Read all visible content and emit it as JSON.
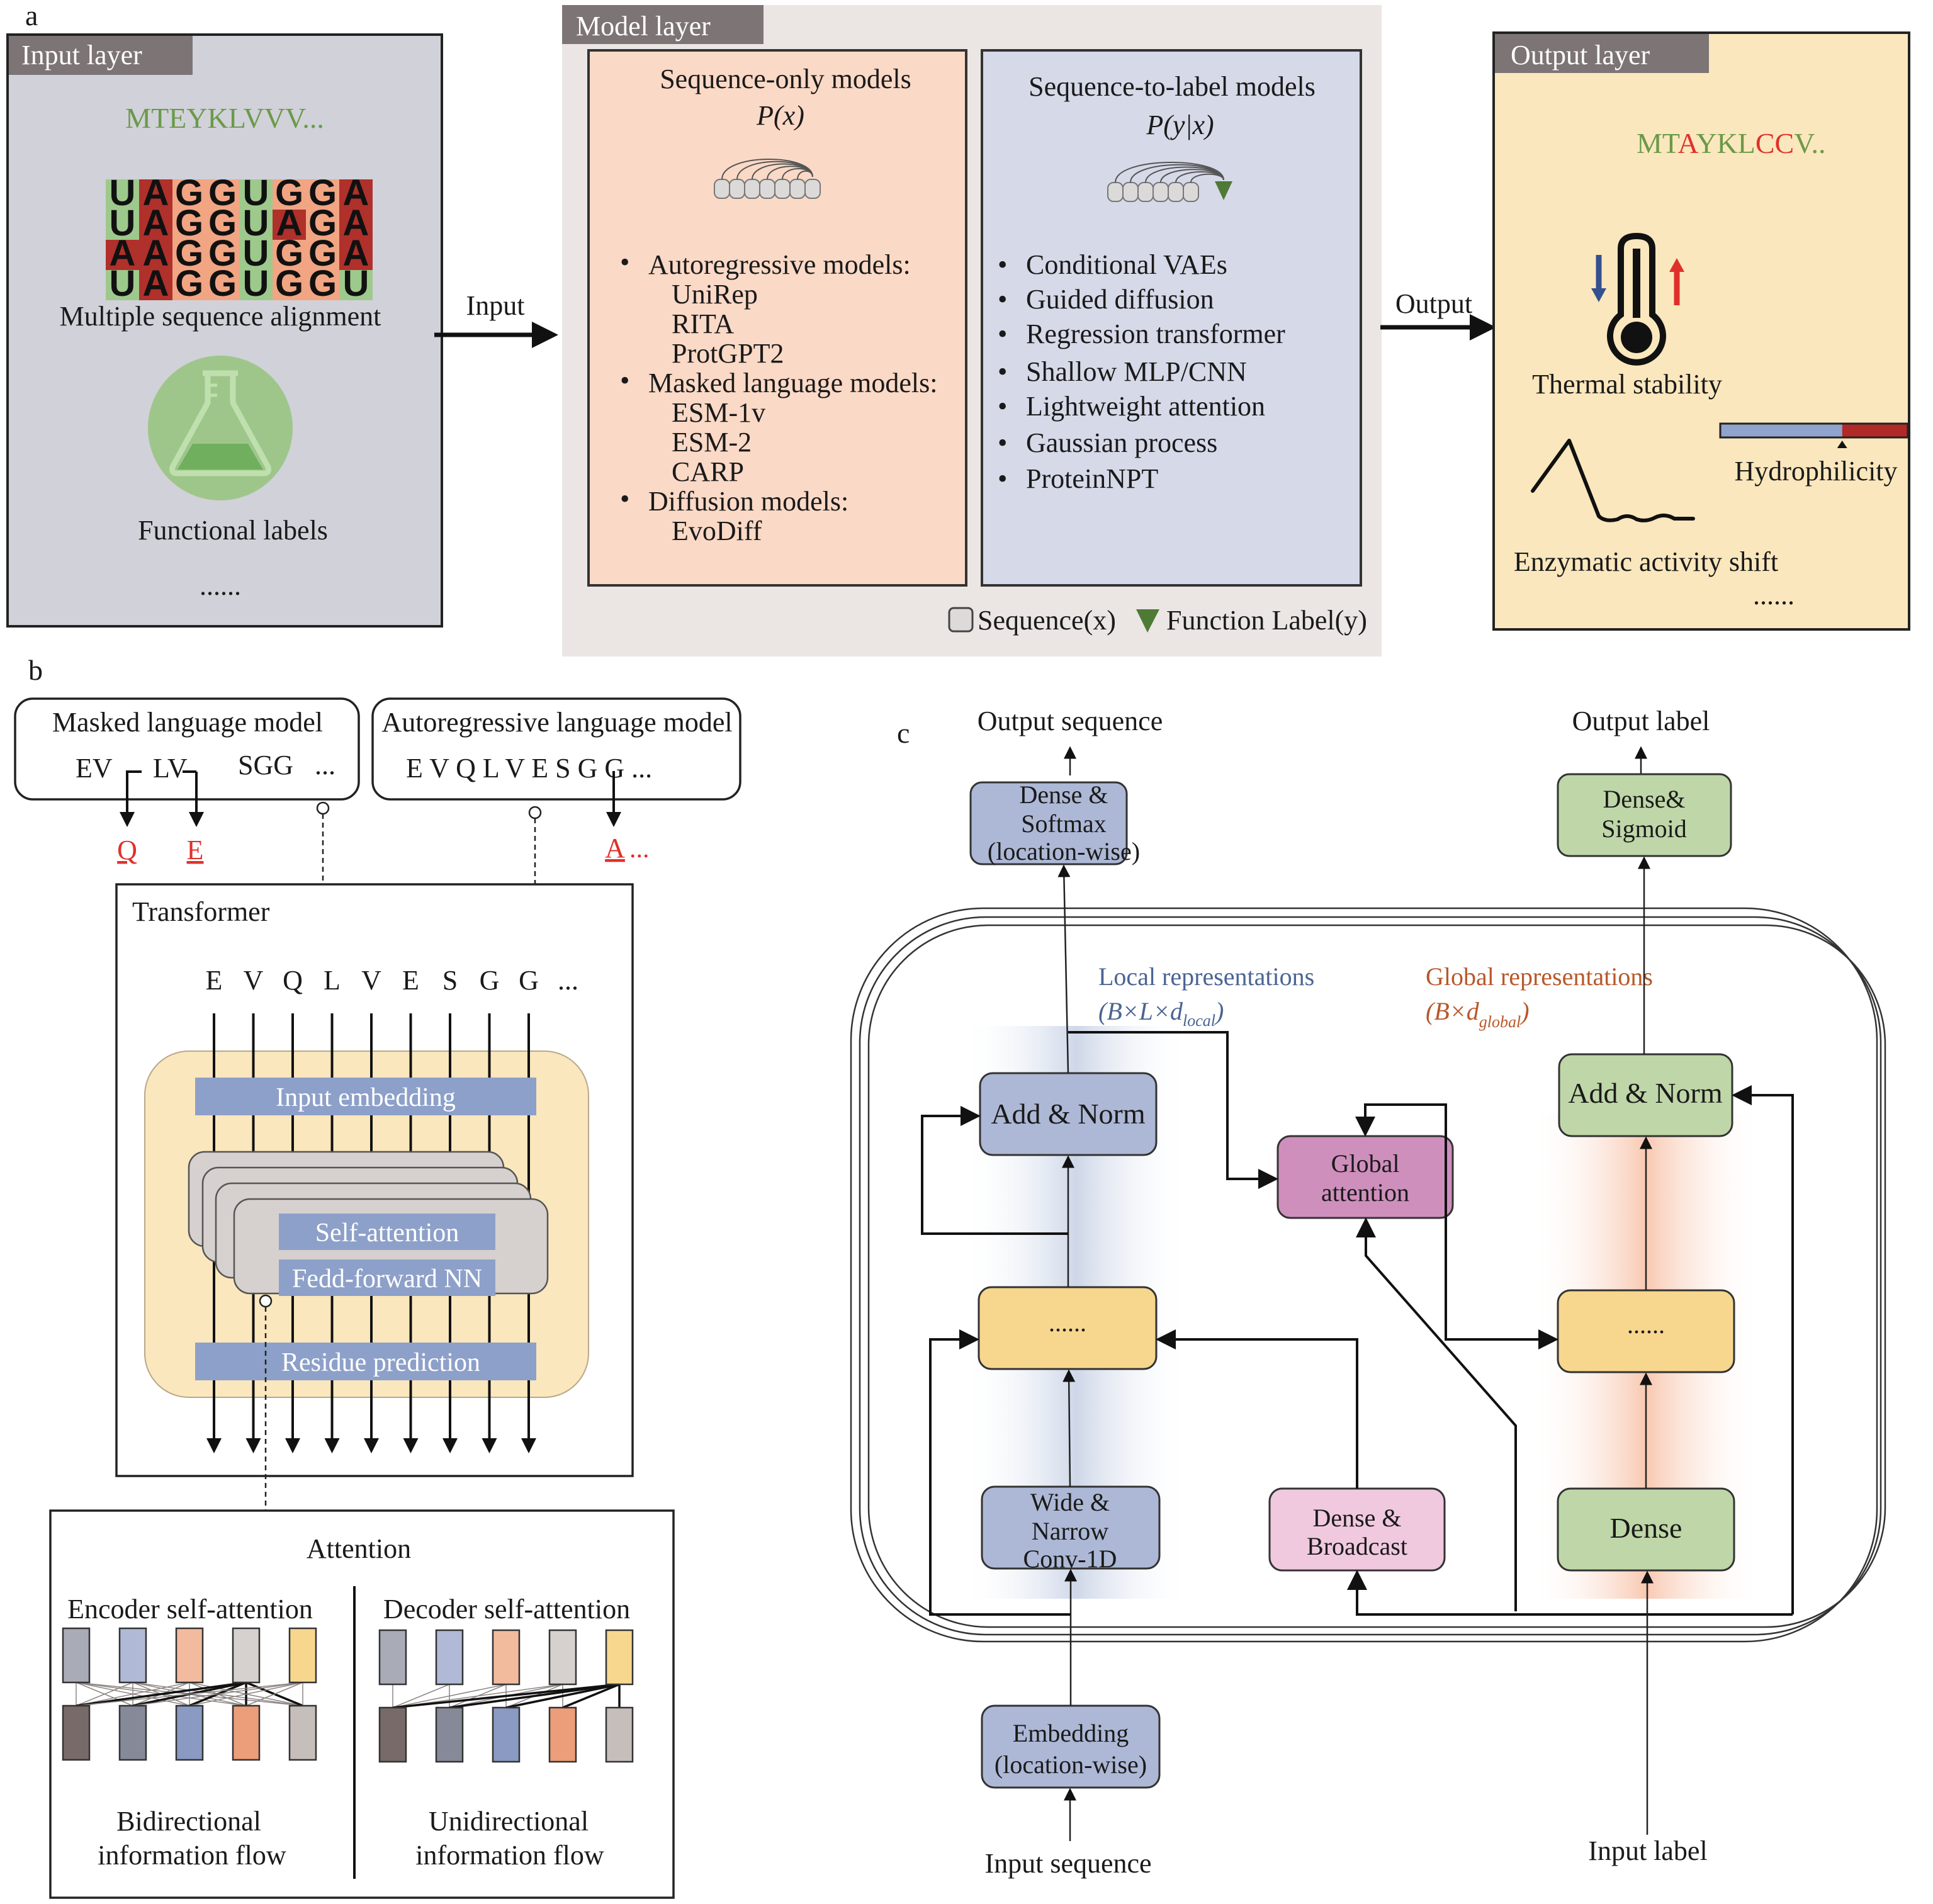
{
  "panel_labels": {
    "a": "a",
    "b": "b",
    "c": "c"
  },
  "panel_a": {
    "input_layer": {
      "title": "Input layer",
      "sequence": "MTEYKLVVV...",
      "msa_rows": [
        [
          "U",
          "A",
          "G",
          "G",
          "U",
          "G",
          "G",
          "A"
        ],
        [
          "U",
          "A",
          "G",
          "G",
          "U",
          "A",
          "G",
          "A"
        ],
        [
          "A",
          "A",
          "G",
          "G",
          "U",
          "G",
          "G",
          "A"
        ],
        [
          "U",
          "A",
          "G",
          "G",
          "U",
          "G",
          "G",
          "U"
        ]
      ],
      "msa_caption": "Multiple sequence alignment",
      "functional_caption": "Functional labels",
      "ellipsis": "......",
      "icons": [
        "flask-icon"
      ]
    },
    "input_arrow_label": "Input",
    "model_layer": {
      "title": "Model layer",
      "sequence_only": {
        "title": "Sequence-only models",
        "formula": "P(x)",
        "groups": [
          {
            "label": "Autoregressive models:",
            "items": [
              "UniRep",
              "RITA",
              "ProtGPT2"
            ]
          },
          {
            "label": "Masked language models:",
            "items": [
              "ESM-1v",
              "ESM-2",
              "CARP"
            ]
          },
          {
            "label": "Diffusion models:",
            "items": [
              "EvoDiff"
            ]
          }
        ]
      },
      "sequence_to_label": {
        "title": "Sequence-to-label models",
        "formula": "P(y|x)",
        "items": [
          "Conditional VAEs",
          "Guided diffusion",
          "Regression transformer",
          "Shallow MLP/CNN",
          "Lightweight attention",
          "Gaussian process",
          "ProteinNPT"
        ]
      },
      "legend": {
        "sequence": "Sequence(x)",
        "function_label": "Function Label(y)"
      }
    },
    "output_arrow_label": "Output",
    "output_layer": {
      "title": "Output layer",
      "sequence_segments": [
        {
          "text": "MT",
          "color": "#6a9a4a"
        },
        {
          "text": "A",
          "color": "#e0302a"
        },
        {
          "text": "YKL",
          "color": "#6a9a4a"
        },
        {
          "text": "CC",
          "color": "#e0302a"
        },
        {
          "text": "V..",
          "color": "#6a9a4a"
        }
      ],
      "thermal_caption": "Thermal stability",
      "hydrophilicity_caption": "Hydrophilicity",
      "hydrophilicity_marker_fraction": 0.65,
      "enzymatic_caption": "Enzymatic activity shift",
      "ellipsis": "......"
    }
  },
  "panel_b": {
    "masked_lm": {
      "title": "Masked language model",
      "tokens": [
        "EV",
        "LV",
        "SGG",
        "..."
      ],
      "predictions": [
        "Q",
        "E"
      ]
    },
    "autoregressive_lm": {
      "title": "Autoregressive language model",
      "sequence": "E V Q L V E S G G  ...",
      "prediction": "A",
      "prediction_suffix": "..."
    },
    "transformer": {
      "title": "Transformer",
      "tokens": [
        "E",
        "V",
        "Q",
        "L",
        "V",
        "E",
        "S",
        "G",
        "G",
        "..."
      ],
      "input_embedding": "Input embedding",
      "self_attention": "Self-attention",
      "feed_forward": "Fedd-forward NN",
      "residue_prediction": "Residue prediction"
    },
    "attention": {
      "title": "Attention",
      "encoder_title": "Encoder self-attention",
      "decoder_title": "Decoder self-attention",
      "encoder_caption": [
        "Bidirectional",
        "information flow"
      ],
      "decoder_caption": [
        "Unidirectional",
        "information flow"
      ],
      "top_colors": [
        "#a9abb7",
        "#b0b9d6",
        "#f2bb9e",
        "#d6d1cf",
        "#f7d68e"
      ],
      "bottom_colors": [
        "#776a68",
        "#868a98",
        "#8a9ac2",
        "#ec9d79",
        "#c6bebb"
      ]
    }
  },
  "panel_c": {
    "output_sequence": "Output sequence",
    "output_label": "Output label",
    "dense_softmax": [
      "Dense &",
      "Softmax",
      "(location-wise)"
    ],
    "dense_sigmoid": [
      "Dense&",
      "Sigmoid"
    ],
    "local_repr": {
      "title": "Local representations",
      "dims_prefix": "(B×L×d",
      "dims_sub": "local",
      "dims_suffix": ")"
    },
    "global_repr": {
      "title": "Global representations",
      "dims_prefix": "(B×d",
      "dims_sub": "global",
      "dims_suffix": ")"
    },
    "add_norm_local": "Add & Norm",
    "add_norm_global": "Add & Norm",
    "global_attention": [
      "Global",
      "attention"
    ],
    "ellipsis_local": "......",
    "ellipsis_global": "......",
    "wide_narrow": [
      "Wide &",
      "Narrow",
      "Conv-1D"
    ],
    "dense_broadcast": [
      "Dense &",
      "Broadcast"
    ],
    "dense": "Dense",
    "embedding": [
      "Embedding",
      "(location-wise)"
    ],
    "input_sequence": "Input sequence",
    "input_label": "Input label"
  }
}
